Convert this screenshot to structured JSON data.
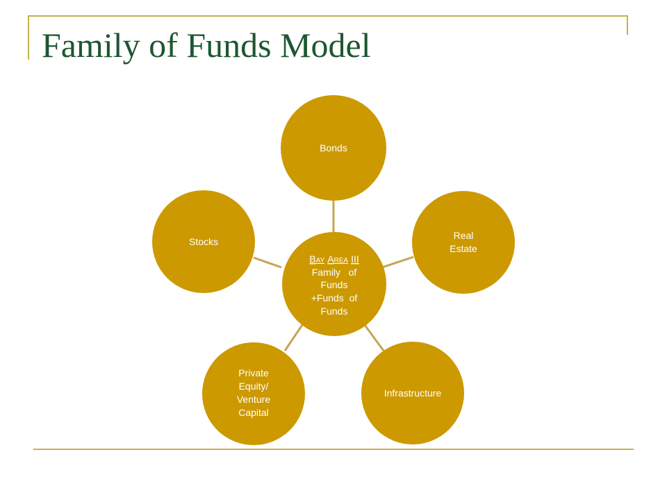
{
  "slide": {
    "title": "Family of Funds Model"
  },
  "diagram": {
    "hub": {
      "heading": "Bay Area III",
      "heading_sc": {
        "b": "B",
        "ay": "AY",
        "a": "A",
        "rea": "REA",
        "num": "III"
      },
      "line1": "Family   of",
      "line2": "Funds",
      "line3": "+Funds  of",
      "line4": "Funds"
    },
    "nodes": {
      "bonds": "Bonds",
      "real_estate_1": "Real",
      "real_estate_2": "Estate",
      "infrastructure": "Infrastructure",
      "private_1": "Private",
      "private_2": "Equity/",
      "private_3": "Venture",
      "private_4": "Capital",
      "stocks": "Stocks"
    },
    "colors": {
      "circle_fill": "#cc9900",
      "connector": "#c6a453",
      "title": "#1e5631",
      "frame": "#c4b24e"
    }
  }
}
